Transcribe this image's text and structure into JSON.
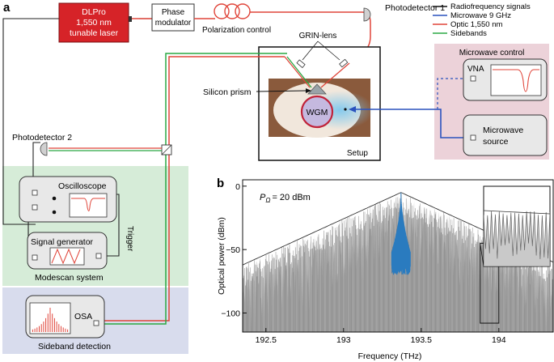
{
  "panel_a": {
    "letter": "a",
    "laser": {
      "line1": "DLPro",
      "line2": "1,550 nm",
      "line3": "tunable laser",
      "color": "#d62328"
    },
    "phase_modulator": {
      "line1": "Phase",
      "line2": "modulator"
    },
    "polarization_control": "Polarization control",
    "photodetector1": "Photodetector 1",
    "photodetector2": "Photodetector 2",
    "grin_lens": "GRIN-lens",
    "silicon_prism": "Silicon prism",
    "wgm": "WGM",
    "setup": "Setup",
    "legend": [
      {
        "label": "Radiofrequency signals",
        "color": "#111111"
      },
      {
        "label": "Microwave 9 GHz",
        "color": "#2a52be"
      },
      {
        "label": "Optic 1,550 nm",
        "color": "#e0453a"
      },
      {
        "label": "Sidebands",
        "color": "#2aa843"
      }
    ],
    "microwave_control": {
      "title": "Microwave control",
      "vna": "VNA",
      "source_line1": "Microwave",
      "source_line2": "source",
      "bg": "#ecd2d9"
    },
    "modescan": {
      "oscilloscope": "Oscilloscope",
      "signal_generator": "Signal generator",
      "trigger": "Trigger",
      "title": "Modescan system",
      "bg": "#d6ecd8"
    },
    "sideband": {
      "osa": "OSA",
      "title": "Sideband detection",
      "bg": "#d8dced"
    }
  },
  "panel_b": {
    "letter": "b",
    "annotation": "= 20 dBm",
    "annotation_symbol": "P",
    "annotation_sub": "Ω",
    "chart_data": {
      "type": "line",
      "xlabel": "Frequency (THz)",
      "ylabel": "Optical power (dBm)",
      "xlim": [
        192.35,
        194.35
      ],
      "ylim": [
        -115,
        5
      ],
      "xticks": [
        "192.5",
        "193",
        "193.5",
        "194"
      ],
      "xtick_values": [
        192.5,
        193.0,
        193.5,
        194.0
      ],
      "yticks": [
        "0",
        "−50",
        "−100"
      ],
      "ytick_values": [
        0,
        -50,
        -100
      ],
      "series": [
        {
          "color": "#555555",
          "envelope": {
            "center": 193.37,
            "peak": -5,
            "slope_dbm_per_thz": 56,
            "noise_floor": -112
          }
        },
        {
          "color": "#2a7bbf",
          "envelope": {
            "center": 193.37,
            "peak": -5,
            "half_width_thz": 0.06,
            "edge": -52
          }
        }
      ],
      "inset": {
        "x_range": [
          193.88,
          194.0
        ],
        "y_range": [
          -108,
          -45
        ]
      }
    }
  }
}
